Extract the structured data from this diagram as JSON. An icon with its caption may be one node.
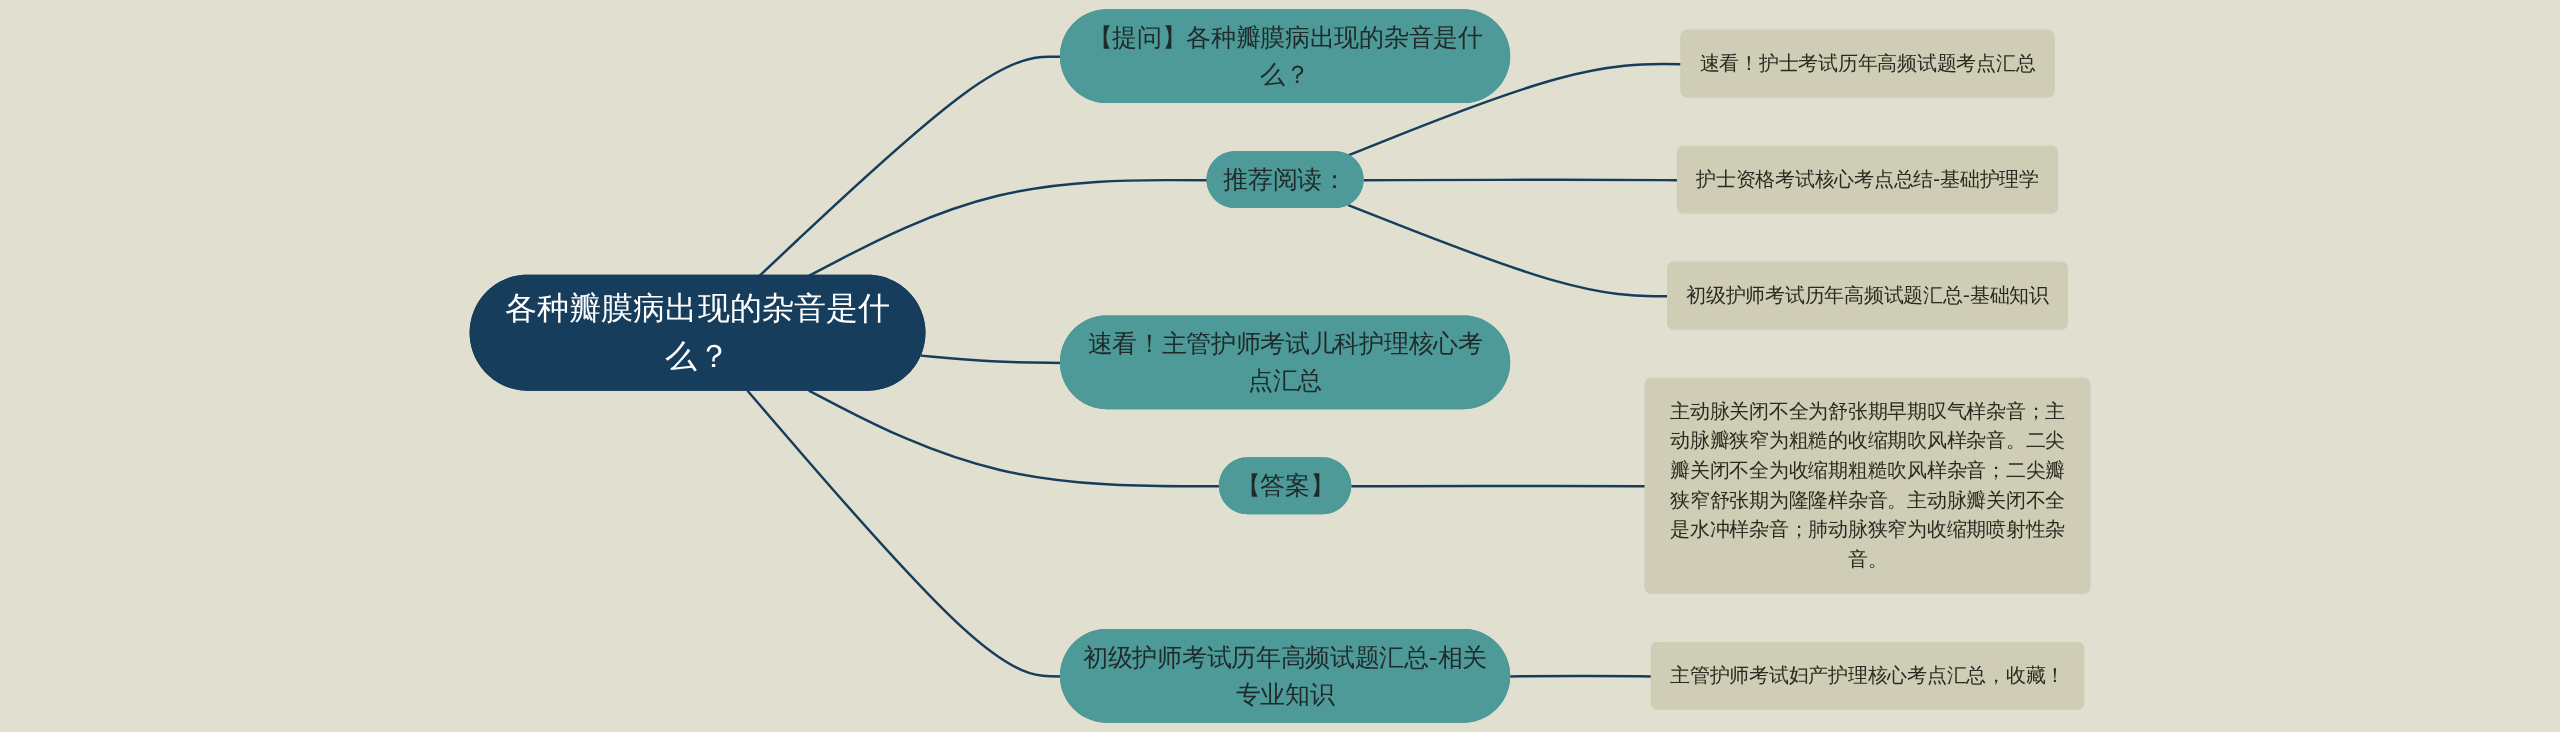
{
  "diagram": {
    "nodes": [
      {
        "text": [
          "各种瓣膜病出现的杂音是什么？"
        ]
      },
      {
        "text": [
          "【提问】各种瓣膜病出现的杂音是什么？"
        ]
      },
      {
        "text": [
          "推荐阅读："
        ]
      },
      {
        "text": [
          "速看！护士考试历年高频试题考点汇总"
        ]
      },
      {
        "text": [
          "护士资格考试核心考点总结-基础护理学"
        ]
      },
      {
        "text": [
          "初级护师考试历年高频试题汇总-基础知识"
        ]
      },
      {
        "text": [
          "速看！主管护师考试儿科护理核心考点汇总"
        ]
      },
      {
        "text": [
          "【答案】"
        ]
      },
      {
        "text": [
          "主动脉关闭不全为舒张期早期叹气样杂音；主动脉瓣狭窄为粗糙的收缩期吹风样杂音。二尖瓣关闭不全为收缩期粗糙吹风样杂音；二尖瓣狭窄舒张期为隆隆样杂音。主动脉瓣关闭不全是水冲样杂音；肺动脉狭窄为收缩期喷射性杂音。"
        ]
      },
      {
        "text": [
          "初级护师考试历年高频试题汇总-相关专业知识"
        ]
      },
      {
        "text": [
          "主管护师考试妇产护理核心考点汇总，收藏！"
        ]
      }
    ],
    "edges": [
      {
        "from": 0,
        "to": 1,
        "arrow": "none"
      },
      {
        "from": 0,
        "to": 2,
        "arrow": "none"
      },
      {
        "from": 2,
        "to": 3,
        "arrow": "none"
      },
      {
        "from": 2,
        "to": 4,
        "arrow": "none"
      },
      {
        "from": 2,
        "to": 5,
        "arrow": "none"
      },
      {
        "from": 0,
        "to": 6,
        "arrow": "none"
      },
      {
        "from": 0,
        "to": 7,
        "arrow": "none"
      },
      {
        "from": 7,
        "to": 8,
        "arrow": "none"
      },
      {
        "from": 0,
        "to": 9,
        "arrow": "none"
      },
      {
        "from": 9,
        "to": 10,
        "arrow": "none"
      }
    ]
  }
}
